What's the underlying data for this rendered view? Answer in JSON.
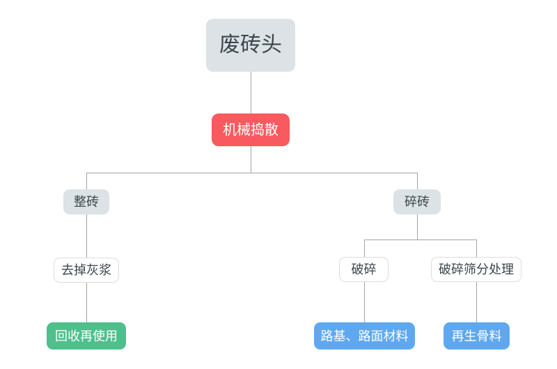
{
  "canvas": {
    "background": "#ffffff"
  },
  "colors": {
    "neutral_node_bg": "#dce2e5",
    "neutral_node_text": "#3c464c",
    "highlight_red_bg": "#f85a5f",
    "success_green_bg": "#4fbf8b",
    "info_blue_bg": "#5fa8f0",
    "light_node_bg": "#ffffff",
    "light_node_border": "#dcdcdc",
    "colored_node_text": "#ffffff",
    "connector": "#a2a2a2"
  },
  "nodes": {
    "waste_brick": {
      "label": "废砖头"
    },
    "mechanical_breaking": {
      "label": "机械捣散"
    },
    "whole_brick": {
      "label": "整砖"
    },
    "broken_brick": {
      "label": "碎砖"
    },
    "remove_mortar": {
      "label": "去掉灰浆"
    },
    "recycle_reuse": {
      "label": "回收再使用"
    },
    "crushing": {
      "label": "破碎"
    },
    "crushing_screening": {
      "label": "破碎筛分处理"
    },
    "road_base_pavement_material": {
      "label": "路基、路面材料"
    },
    "recycled_aggregate": {
      "label": "再生骨料"
    }
  }
}
